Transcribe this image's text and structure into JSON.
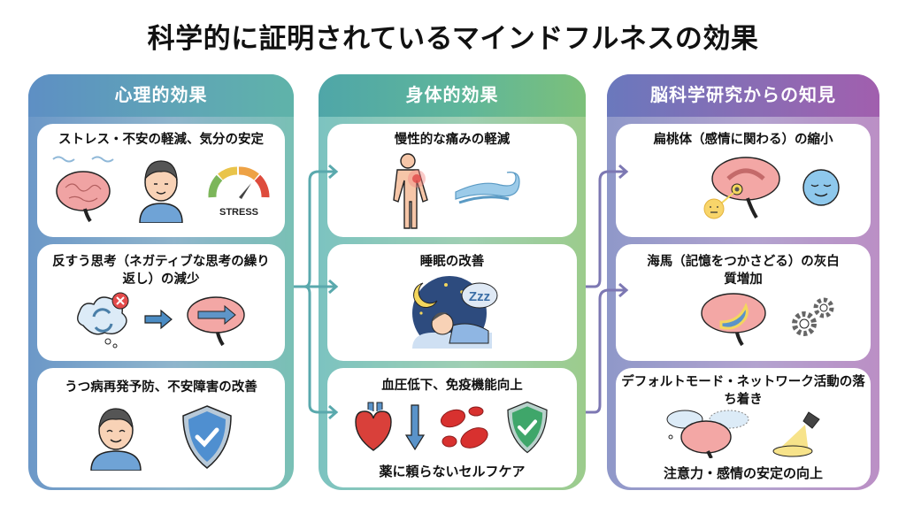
{
  "title": "科学的に証明されているマインドフルネスの効果",
  "colors": {
    "psych_accent": "#5e8fc4",
    "physical_accent": "#5fb69a",
    "brain_accent": "#8a6cb4",
    "connector_teal": "#5aa9ad",
    "connector_purple": "#7d78b3"
  },
  "columns": [
    {
      "heading": "心理的効果",
      "cards": [
        {
          "title": "ストレス・不安の軽減、気分の安定",
          "icons": [
            "brain-icon",
            "calm-person-icon",
            "stress-gauge-icon"
          ],
          "gauge_label": "STRESS"
        },
        {
          "title": "反すう思考（ネガティブな思考の繰り返し）の減少",
          "icons": [
            "thought-cycle-cloud-icon",
            "arrow-right-icon",
            "brain-arrow-icon"
          ]
        },
        {
          "title": "うつ病再発予防、不安障害の改善",
          "icons": [
            "smiling-person-icon",
            "shield-check-icon"
          ]
        }
      ]
    },
    {
      "heading": "身体的効果",
      "cards": [
        {
          "title": "慢性的な痛みの軽減",
          "icons": [
            "body-pain-icon",
            "wind-wave-icon"
          ]
        },
        {
          "title": "睡眠の改善",
          "icons": [
            "sleeping-person-icon"
          ],
          "sleep_label": "Zzz"
        },
        {
          "title": "血圧低下、免疫機能向上",
          "subtitle": "薬に頼らないセルフケア",
          "icons": [
            "heart-icon",
            "arrow-down-icon",
            "blood-cells-icon",
            "shield-check-icon"
          ]
        }
      ]
    },
    {
      "heading": "脳科学研究からの知見",
      "cards": [
        {
          "title": "扁桃体（感情に関わる）の縮小",
          "icons": [
            "brain-amygdala-icon",
            "calm-face-icon"
          ]
        },
        {
          "title": "海馬（記憶をつかさどる）の灰白質増加",
          "icons": [
            "brain-hippocampus-icon",
            "gears-icon"
          ]
        },
        {
          "title": "デフォルトモード・ネットワーク活動の落ち着き",
          "subtitle": "注意力・感情の安定の向上",
          "icons": [
            "brain-clouds-icon",
            "spotlight-icon"
          ]
        }
      ]
    }
  ]
}
